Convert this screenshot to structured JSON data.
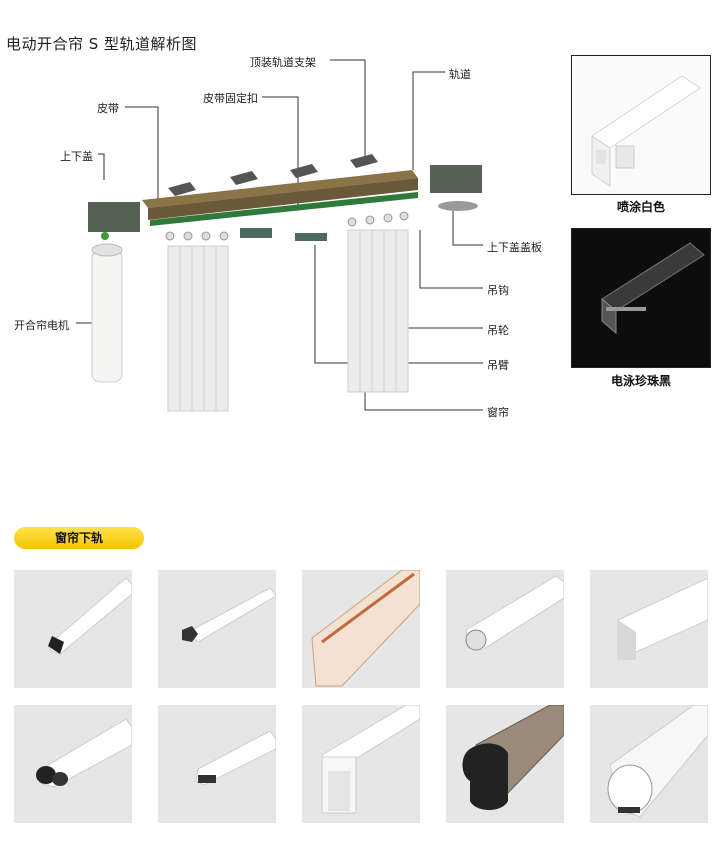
{
  "title": "电动开合帘 S 型轨道解析图",
  "diagram_labels": {
    "top_bracket": "顶装轨道支架",
    "rail": "轨道",
    "belt": "皮带",
    "belt_clip": "皮带固定扣",
    "end_cover": "上下盖",
    "end_cover_plate": "上下盖盖板",
    "motor": "开合帘电机",
    "hook": "吊钩",
    "wheel": "吊轮",
    "arm": "吊臂",
    "curtain": "窗帘"
  },
  "finishes": [
    {
      "caption": "喷涂白色"
    },
    {
      "caption": "电泳珍珠黑"
    }
  ],
  "section_button": "窗帘下轨",
  "colors": {
    "accent_yellow": "#f5c400",
    "belt_green": "#2f7a3a",
    "rail_brown": "#6b5a3a",
    "thumb_bg": "#e6e6e6"
  }
}
